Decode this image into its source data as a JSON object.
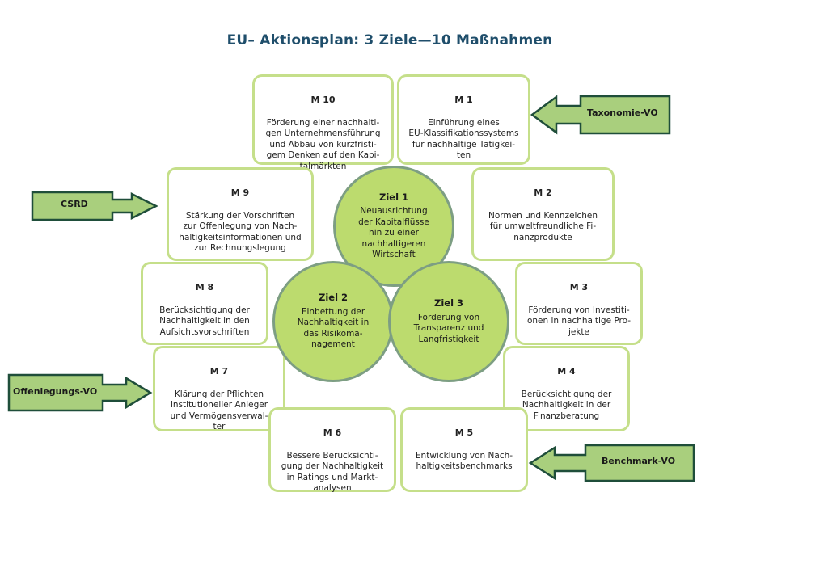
{
  "title": "EU– Aktionsplan: 3 Ziele—10 Maßnahmen",
  "colors": {
    "title": "#1f4e6b",
    "box_border": "#c5df8a",
    "circle_fill": "#bcdb6e",
    "circle_border": "#7d9e83",
    "arrow_fill": "#a9cf7d",
    "arrow_border": "#1f4e3a"
  },
  "goals": [
    {
      "title": "Ziel 1",
      "text": "Neuausrichtung\nder Kapitalflüsse\nhin zu einer\nnachhaltigeren\nWirtschaft"
    },
    {
      "title": "Ziel 2",
      "text": "Einbettung der\nNachhaltigkeit in\ndas Risikoma-\nnagement"
    },
    {
      "title": "Ziel 3",
      "text": "Förderung von\nTransparenz und\nLangfristigkeit"
    }
  ],
  "measures": {
    "m1": {
      "code": "M 1",
      "text": "Einführung eines\nEU-Klassifikationssystems\nfür nachhaltige Tätigkei-\nten"
    },
    "m2": {
      "code": "M 2",
      "text": "Normen und Kennzeichen\nfür umweltfreundliche Fi-\nnanzprodukte"
    },
    "m3": {
      "code": "M 3",
      "text": "Förderung von Investiti-\nonen in nachhaltige Pro-\njekte"
    },
    "m4": {
      "code": "M 4",
      "text": "Berücksichtigung der\nNachhaltigkeit in der\nFinanzberatung"
    },
    "m5": {
      "code": "M 5",
      "text": "Entwicklung von Nach-\nhaltigkeitsbenchmarks"
    },
    "m6": {
      "code": "M 6",
      "text": "Bessere Berücksichti-\ngung der Nachhaltigkeit\nin Ratings und Markt-\nanalysen"
    },
    "m7": {
      "code": "M 7",
      "text": "Klärung der Pflichten\ninstitutioneller Anleger\nund Vermögensverwal-\nter"
    },
    "m8": {
      "code": "M 8",
      "text": "Berücksichtigung der\nNachhaltigkeit in den\nAufsichtsvorschriften"
    },
    "m9": {
      "code": "M 9",
      "text": "Stärkung der Vorschriften\nzur Offenlegung von Nach-\nhaltigkeitsinformationen und\nzur Rechnungslegung"
    },
    "m10": {
      "code": "M 10",
      "text": "Förderung einer nachhalti-\ngen Unternehmensführung\nund Abbau von kurzfristi-\ngem Denken auf den Kapi-\ntalmärkten"
    }
  },
  "arrows": {
    "taxonomie": {
      "label": "Taxonomie-VO"
    },
    "csrd": {
      "label": "CSRD"
    },
    "offenlegung": {
      "label": "Offenlegungs-VO"
    },
    "benchmark": {
      "label": "Benchmark-VO"
    }
  }
}
